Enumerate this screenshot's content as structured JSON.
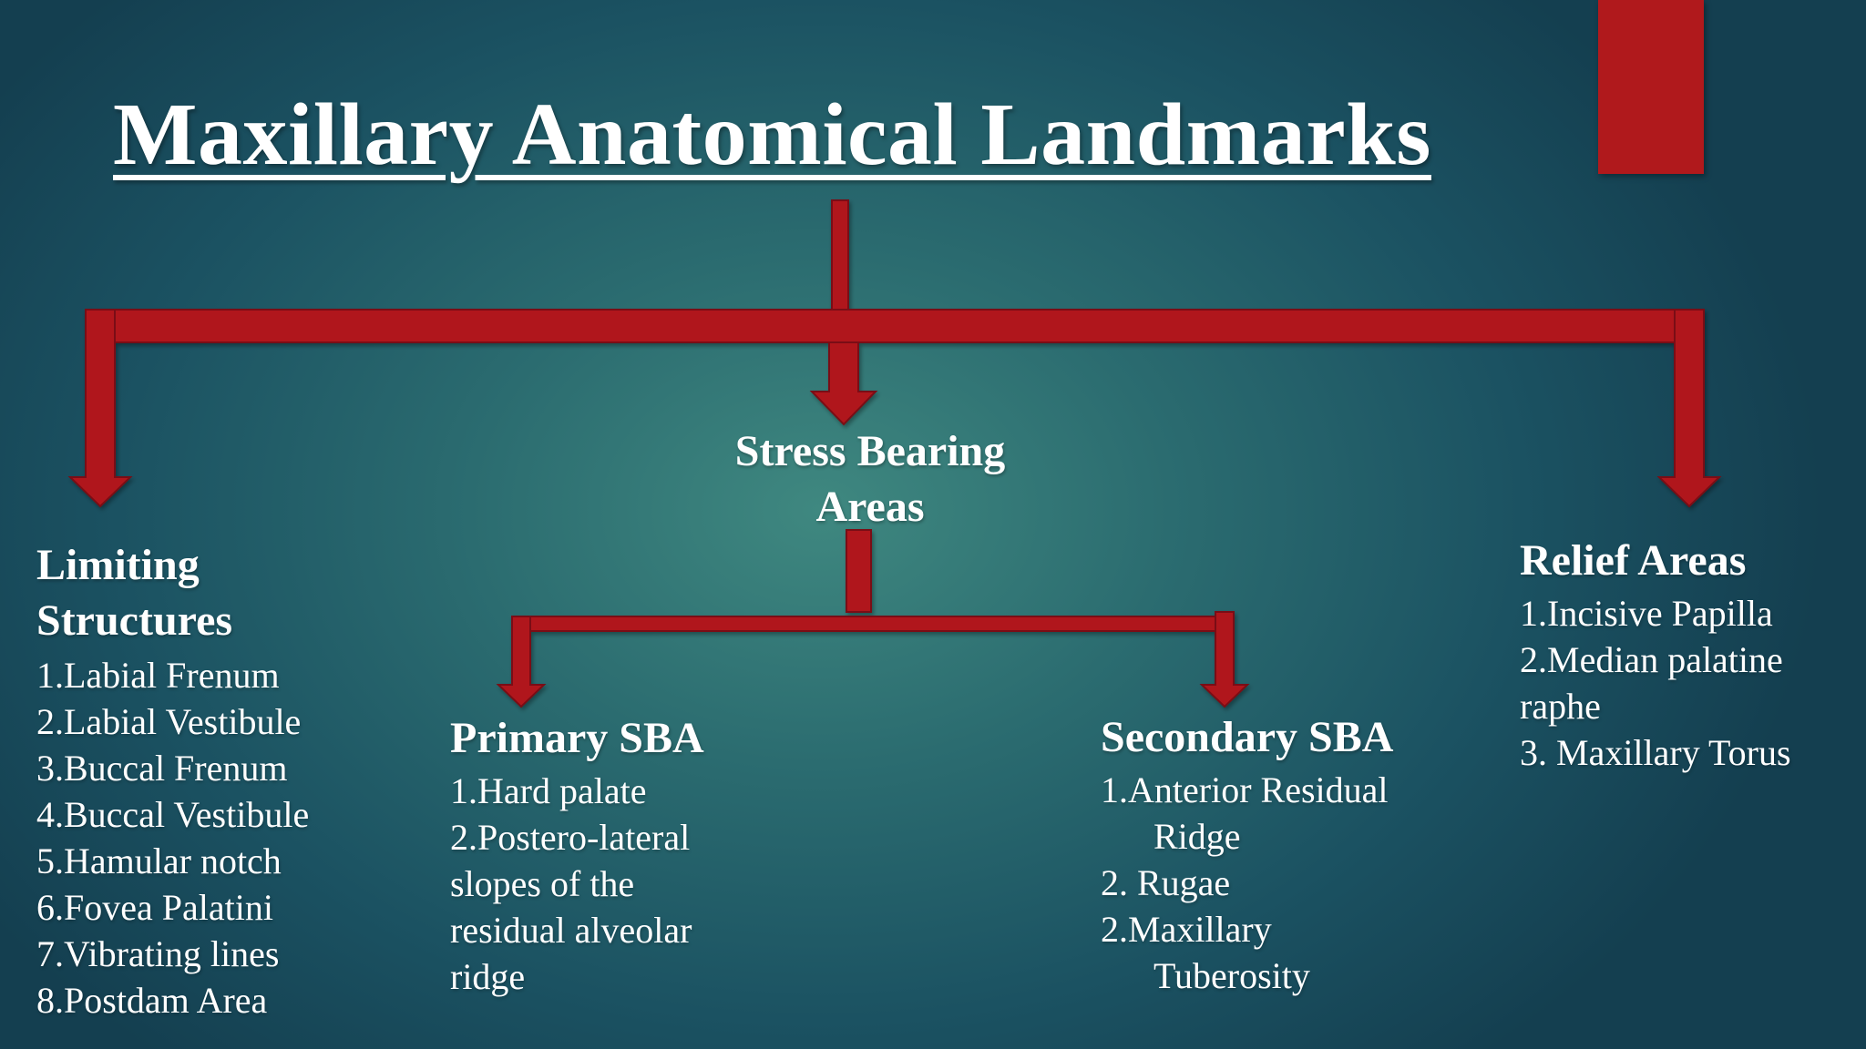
{
  "title": "Maxillary Anatomical Landmarks",
  "colors": {
    "accent": "#b0191c",
    "background": "#1f5c68",
    "text": "#ffffff"
  },
  "limiting": {
    "heading_line1": "Limiting",
    "heading_line2": "Structures",
    "items": [
      "1.Labial Frenum",
      "2.Labial Vestibule",
      "3.Buccal Frenum",
      "4.Buccal Vestibule",
      "5.Hamular notch",
      "6.Fovea Palatini",
      "7.Vibrating lines",
      "8.Postdam Area"
    ]
  },
  "stress": {
    "heading_line1": "Stress Bearing",
    "heading_line2": "Areas"
  },
  "primary": {
    "heading": "Primary SBA",
    "items": [
      "1.Hard palate",
      "2.Postero-lateral",
      "slopes of the",
      "residual alveolar",
      "ridge"
    ]
  },
  "secondary": {
    "heading": "Secondary SBA",
    "items": [
      "1.Anterior Residual",
      "Ridge",
      "2. Rugae",
      "2.Maxillary",
      "Tuberosity"
    ]
  },
  "relief": {
    "heading": "Relief Areas",
    "items": [
      "1.Incisive Papilla",
      "2.Median palatine",
      "raphe",
      "3. Maxillary Torus"
    ]
  }
}
